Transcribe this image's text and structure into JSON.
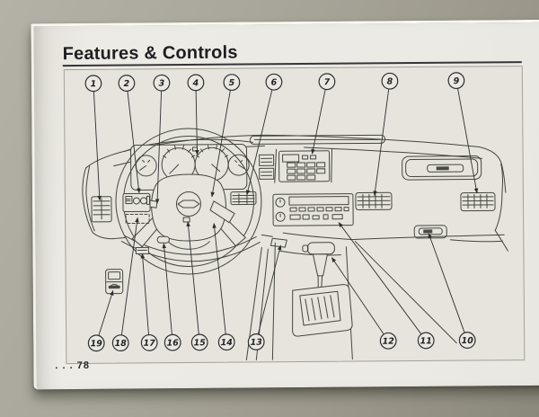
{
  "title": "Features & Controls",
  "page_number": ". . . 78",
  "callouts": [
    "1",
    "2",
    "3",
    "4",
    "5",
    "6",
    "7",
    "8",
    "9",
    "10",
    "11",
    "12",
    "13",
    "14",
    "15",
    "16",
    "17",
    "18",
    "19"
  ]
}
